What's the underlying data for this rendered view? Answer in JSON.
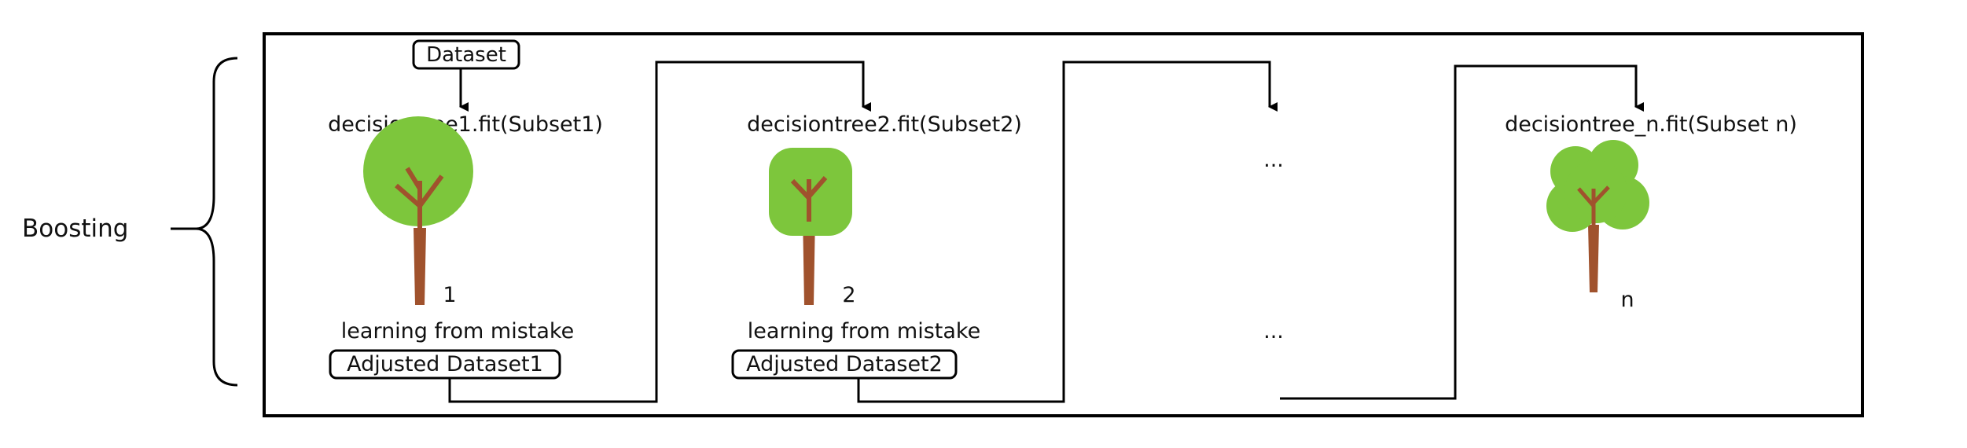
{
  "boosting_label": "Boosting",
  "top_dataset_label": "Dataset",
  "stages": [
    {
      "fit_label": "decisiontree1.fit(Subset1)",
      "tree_number": "1",
      "learning_label": "learning from mistake",
      "adjusted_label": "Adjusted Dataset1",
      "tree_style": "round"
    },
    {
      "fit_label": "decisiontree2.fit(Subset2)",
      "tree_number": "2",
      "learning_label": "learning from mistake",
      "adjusted_label": "Adjusted Dataset2",
      "tree_style": "squircle"
    },
    {
      "ellipsis_top": "...",
      "ellipsis_bottom": "..."
    },
    {
      "fit_label": "decisiontree_n.fit(Subset n)",
      "tree_number": "n",
      "tree_style": "cloud"
    }
  ],
  "colors": {
    "leaf": "#7dc63c",
    "trunk": "#a0522d",
    "line": "#000000",
    "text": "#111111"
  }
}
